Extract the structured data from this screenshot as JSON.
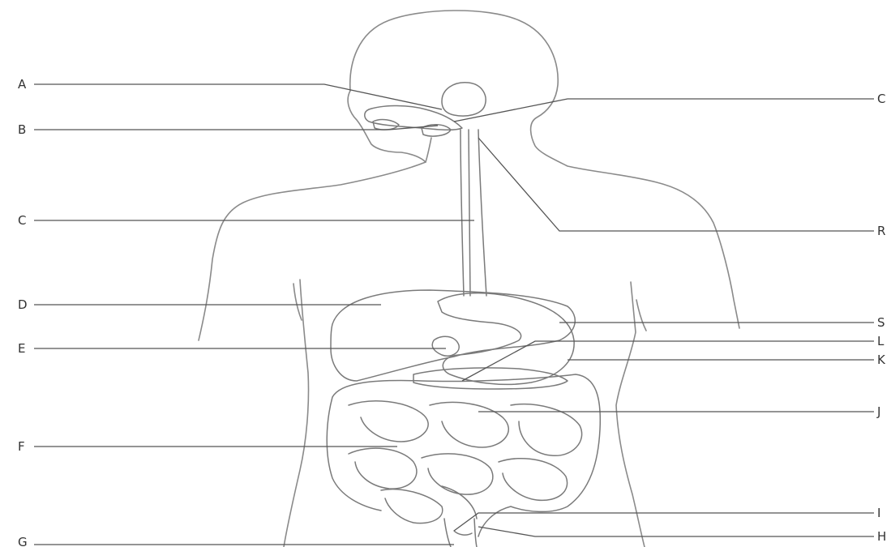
{
  "labels": {
    "left": [
      "A",
      "B",
      "C",
      "D",
      "E",
      "F",
      "G"
    ],
    "right": [
      "C",
      "R",
      "S",
      "L",
      "K",
      "J",
      "I",
      "H"
    ]
  },
  "colors": {
    "outline": "#8a8a8a",
    "leader": "#555555",
    "text": "#333333"
  }
}
